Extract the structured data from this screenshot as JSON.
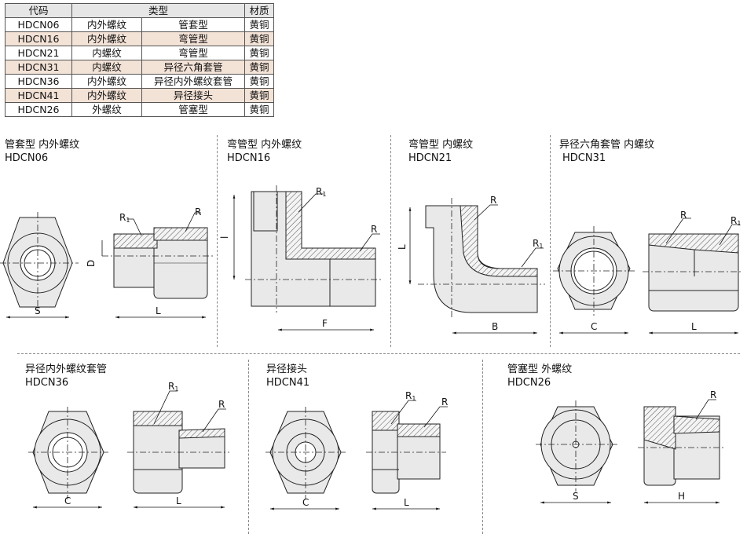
{
  "table": {
    "headers": [
      "代码",
      "类型",
      "材质"
    ],
    "rows": [
      {
        "code": "HDCN06",
        "thread": "内外螺纹",
        "type": "管套型",
        "material": "黄铜",
        "highlight": false
      },
      {
        "code": "HDCN16",
        "thread": "内外螺纹",
        "type": "弯管型",
        "material": "黄铜",
        "highlight": true
      },
      {
        "code": "HDCN21",
        "thread": "内螺纹",
        "type": "弯管型",
        "material": "黄铜",
        "highlight": false
      },
      {
        "code": "HDCN31",
        "thread": "内螺纹",
        "type": "异径六角套管",
        "material": "黄铜",
        "highlight": true
      },
      {
        "code": "HDCN36",
        "thread": "内外螺纹",
        "type": "异径内外螺纹套管",
        "material": "黄铜",
        "highlight": false
      },
      {
        "code": "HDCN41",
        "thread": "内外螺纹",
        "type": "异径接头",
        "material": "黄铜",
        "highlight": true
      },
      {
        "code": "HDCN26",
        "thread": "外螺纹",
        "type": "管塞型",
        "material": "黄铜",
        "highlight": false
      }
    ]
  },
  "sections": {
    "hdcn06": {
      "title": "管套型 内外螺纹",
      "code": "HDCN06"
    },
    "hdcn16": {
      "title": "弯管型 内外螺纹",
      "code": "HDCN16"
    },
    "hdcn21": {
      "title": "弯管型 内螺纹",
      "code": "HDCN21"
    },
    "hdcn31": {
      "title": "异径六角套管 内螺纹",
      "code": "HDCN31"
    },
    "hdcn36": {
      "title": "异径内外螺纹套管",
      "code": "HDCN36"
    },
    "hdcn41": {
      "title": "异径接头",
      "code": "HDCN41"
    },
    "hdcn26": {
      "title": "管塞型 外螺纹",
      "code": "HDCN26"
    }
  },
  "labels": {
    "S": "S",
    "L": "L",
    "D": "D",
    "R": "R",
    "R1": "R",
    "sub1": "1",
    "l": "l",
    "F": "F",
    "B": "B",
    "C": "C",
    "H": "H"
  },
  "colors": {
    "highlight_row": "#f3e2d6",
    "header_row": "#e6e6e6",
    "part_fill": "#e9e9e9",
    "hatch": "#555555"
  }
}
